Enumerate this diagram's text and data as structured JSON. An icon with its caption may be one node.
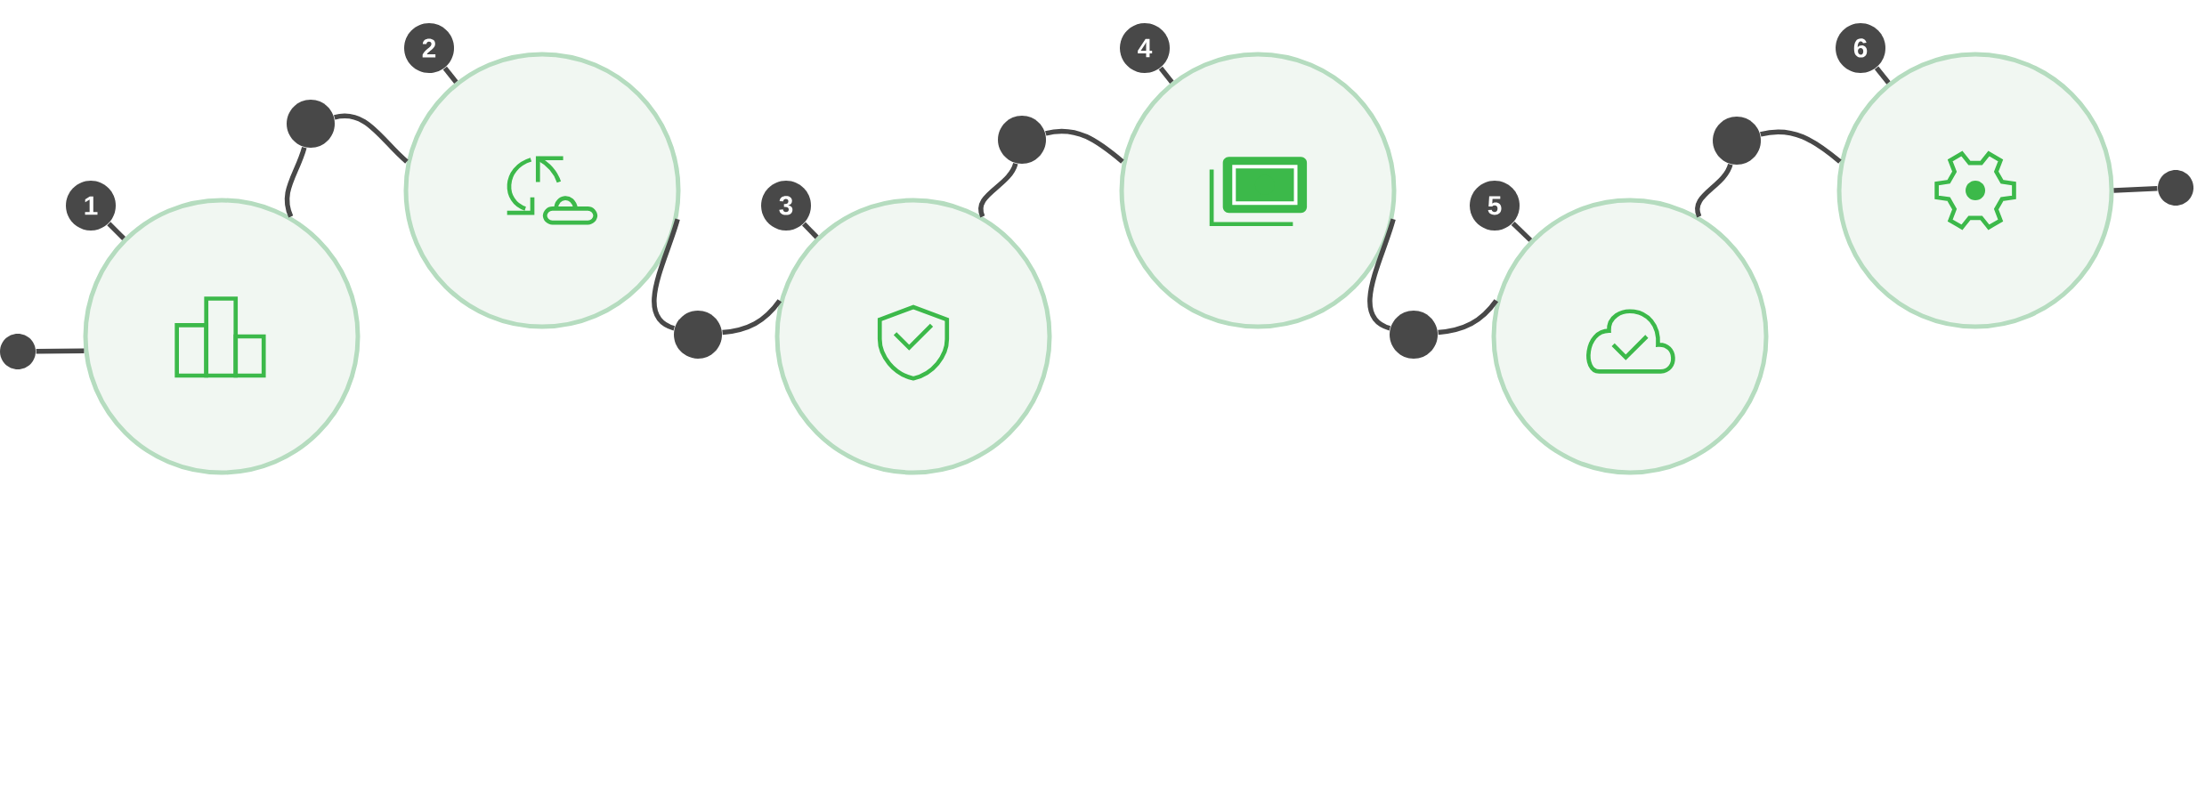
{
  "diagram": {
    "nodes": [
      {
        "text": [],
        "shape": "circle"
      },
      {
        "text": [
          "1"
        ]
      },
      {
        "text": [],
        "shape": "circle"
      },
      {
        "text": [],
        "shape": "circle"
      },
      {
        "text": [
          "2"
        ]
      },
      {
        "text": [],
        "shape": "circle"
      },
      {
        "text": [],
        "shape": "circle"
      },
      {
        "text": [
          "3"
        ]
      },
      {
        "text": [],
        "shape": "circle"
      },
      {
        "text": [],
        "shape": "circle"
      },
      {
        "text": [
          "4"
        ]
      },
      {
        "text": [],
        "shape": "circle"
      },
      {
        "text": [],
        "shape": "circle"
      },
      {
        "text": [
          "5"
        ]
      },
      {
        "text": [],
        "shape": "circle"
      },
      {
        "text": [],
        "shape": "circle"
      },
      {
        "text": [
          "6"
        ]
      },
      {
        "text": [],
        "shape": "circle"
      },
      {
        "text": [],
        "shape": "circle"
      }
    ],
    "edges": [
      {
        "from": 0,
        "to": 2,
        "arrow": "none"
      },
      {
        "from": 2,
        "to": 3,
        "arrow": "none"
      },
      {
        "from": 3,
        "to": 5,
        "arrow": "none"
      },
      {
        "from": 5,
        "to": 6,
        "arrow": "none"
      },
      {
        "from": 6,
        "to": 8,
        "arrow": "none"
      },
      {
        "from": 8,
        "to": 9,
        "arrow": "none"
      },
      {
        "from": 9,
        "to": 11,
        "arrow": "none"
      },
      {
        "from": 11,
        "to": 12,
        "arrow": "none"
      },
      {
        "from": 12,
        "to": 14,
        "arrow": "none"
      },
      {
        "from": 14,
        "to": 15,
        "arrow": "none"
      },
      {
        "from": 15,
        "to": 17,
        "arrow": "none"
      },
      {
        "from": 17,
        "to": 18,
        "arrow": "none"
      },
      {
        "from": 1,
        "to": 2,
        "arrow": "none"
      },
      {
        "from": 4,
        "to": 5,
        "arrow": "none"
      },
      {
        "from": 7,
        "to": 8,
        "arrow": "none"
      },
      {
        "from": 10,
        "to": 11,
        "arrow": "none"
      },
      {
        "from": 13,
        "to": 14,
        "arrow": "none"
      },
      {
        "from": 16,
        "to": 17,
        "arrow": "none"
      }
    ]
  }
}
